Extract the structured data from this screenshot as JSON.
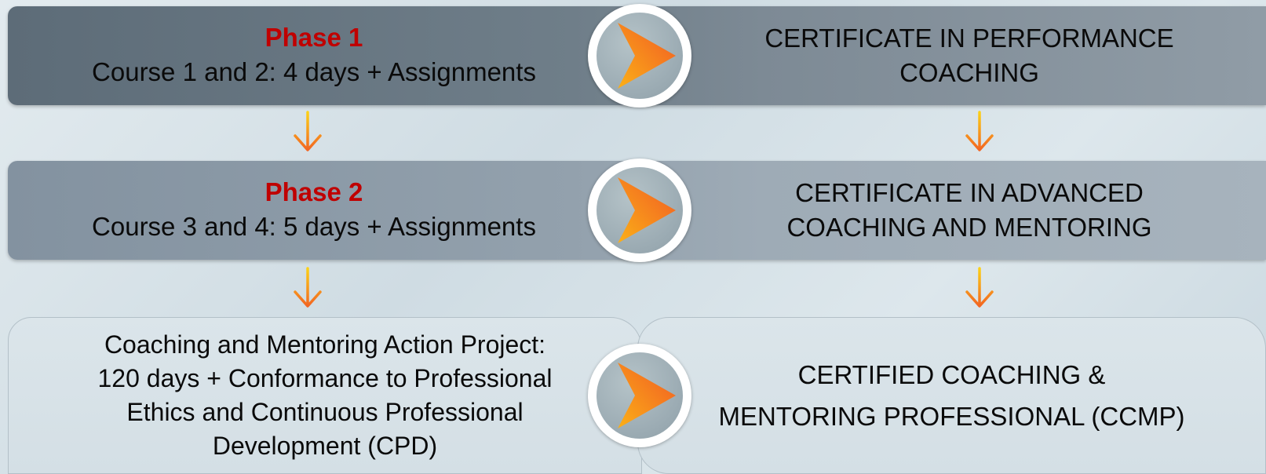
{
  "rows": [
    {
      "phase": "Phase 1",
      "course": "Course 1 and 2: 4 days + Assignments",
      "certificate_lines": [
        "CERTIFICATE IN PERFORMANCE",
        "COACHING"
      ]
    },
    {
      "phase": "Phase 2",
      "course": "Course 3 and 4: 5 days + Assignments",
      "certificate_lines": [
        "CERTIFICATE IN ADVANCED",
        "COACHING AND MENTORING"
      ]
    }
  ],
  "final": {
    "project_lines": [
      "Coaching and Mentoring Action Project:",
      "120 days + Conformance to Professional",
      "Ethics and Continuous Professional",
      "Development (CPD)"
    ],
    "certificate_lines": [
      "CERTIFIED COACHING &",
      "MENTORING PROFESSIONAL (CCMP)"
    ]
  },
  "icons": {
    "flow_arrow": "right-chevron-arrow-icon",
    "down_arrow": "down-arrow-icon"
  },
  "colors": {
    "phase_label": "#c00000",
    "arrow_start": "#f7a21b",
    "arrow_end": "#f26522"
  }
}
